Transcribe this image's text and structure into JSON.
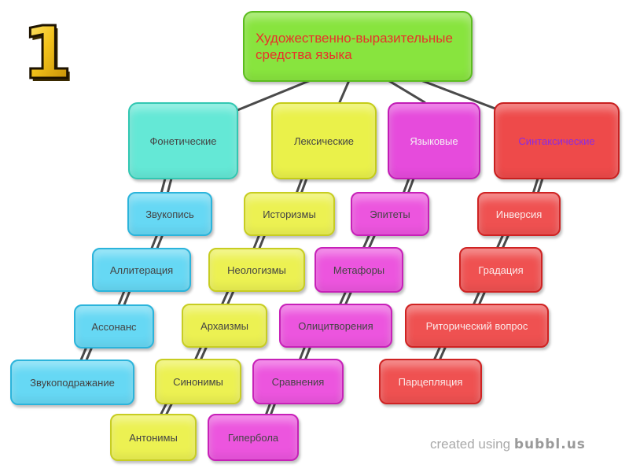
{
  "badge": {
    "number": "1",
    "color": "#f3c21b"
  },
  "root": {
    "label": "Художественно-выразительные средства языка",
    "color": "#88e43e"
  },
  "categories": [
    {
      "label": "Фонетические",
      "color": "#64e8d6"
    },
    {
      "label": "Лексические",
      "color": "#eaf14a"
    },
    {
      "label": "Языковые",
      "color": "#e64bdc"
    },
    {
      "label": "Синтаксические",
      "color": "#ee4a4a"
    }
  ],
  "phonetic": [
    "Звукопись",
    "Аллитерация",
    "Ассонанс",
    "Звукоподражание"
  ],
  "lexical": [
    "Историзмы",
    "Неологизмы",
    "Архаизмы",
    "Синонимы",
    "Антонимы"
  ],
  "language": [
    "Эпитеты",
    "Метафоры",
    "Олицитворения",
    "Сравнения",
    "Гипербола"
  ],
  "syntactic": [
    "Инверсия",
    "Градация",
    "Риторический вопрос",
    "Парцепляция"
  ],
  "credit": {
    "prefix": "created using",
    "brand": "bubbl.us"
  }
}
